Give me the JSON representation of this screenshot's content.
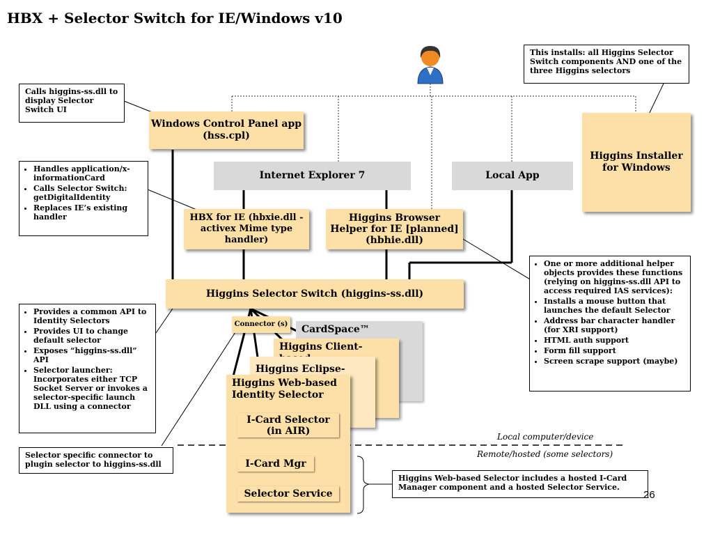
{
  "title": "HBX + Selector Switch for IE/Windows v10",
  "notes": {
    "installer_note": "This installs: all Higgins Selector Switch components AND one of the three Higgins selectors",
    "cpl_note": "Calls higgins-ss.dll to display Selector Switch UI",
    "hbx_note": [
      "Handles application/x-informationCard",
      "Calls Selector Switch: getDigitalIdentity",
      "Replaces IE’s existing handler"
    ],
    "helper_note": [
      "One or more additional helper objects provides these functions (relying on higgins-ss.dll API to access required IAS services):",
      "Installs a mouse button that launches the default Selector",
      "Address bar character handler (for XRI support)",
      "HTML auth support",
      "Form fill support",
      "Screen scrape support (maybe)"
    ],
    "switch_note": [
      "Provides a common API to Identity Selectors",
      "Provides UI to change default selector",
      "Exposes “higgins-ss.dll” API",
      "Selector launcher: Incorporates either TCP Socket Server or invokes a selector-specific launch DLL using a connector"
    ],
    "connector_note": "Selector specific connector to plugin selector to higgins-ss.dll",
    "hosted_note": "Higgins Web-based Selector includes a hosted I-Card Manager component and a hosted Selector Service."
  },
  "boxes": {
    "control_panel": "Windows Control Panel app (hss.cpl)",
    "installer": "Higgins Installer for Windows",
    "ie7": "Internet Explorer 7",
    "local_app": "Local App",
    "hbx_ie": "HBX for IE (hbxie.dll - activex Mime type handler)",
    "browser_helper": "Higgins Browser Helper for IE [planned] (hbhie.dll)",
    "selector_switch": "Higgins Selector Switch (higgins-ss.dll)",
    "connector": "Connector (s)",
    "cardspace": "CardSpace™",
    "client_based": "Higgins Client-based",
    "eclipse_based": "Higgins Eclipse-based",
    "web_based": "Higgins Web-based Identity Selector",
    "icard_selector": "I-Card Selector (in AIR)",
    "icard_mgr": "I-Card Mgr",
    "selector_service": "Selector Service"
  },
  "labels": {
    "local": "Local computer/device",
    "remote": "Remote/hosted (some selectors)",
    "page_number": "26"
  },
  "icons": {
    "user": "user-icon"
  }
}
